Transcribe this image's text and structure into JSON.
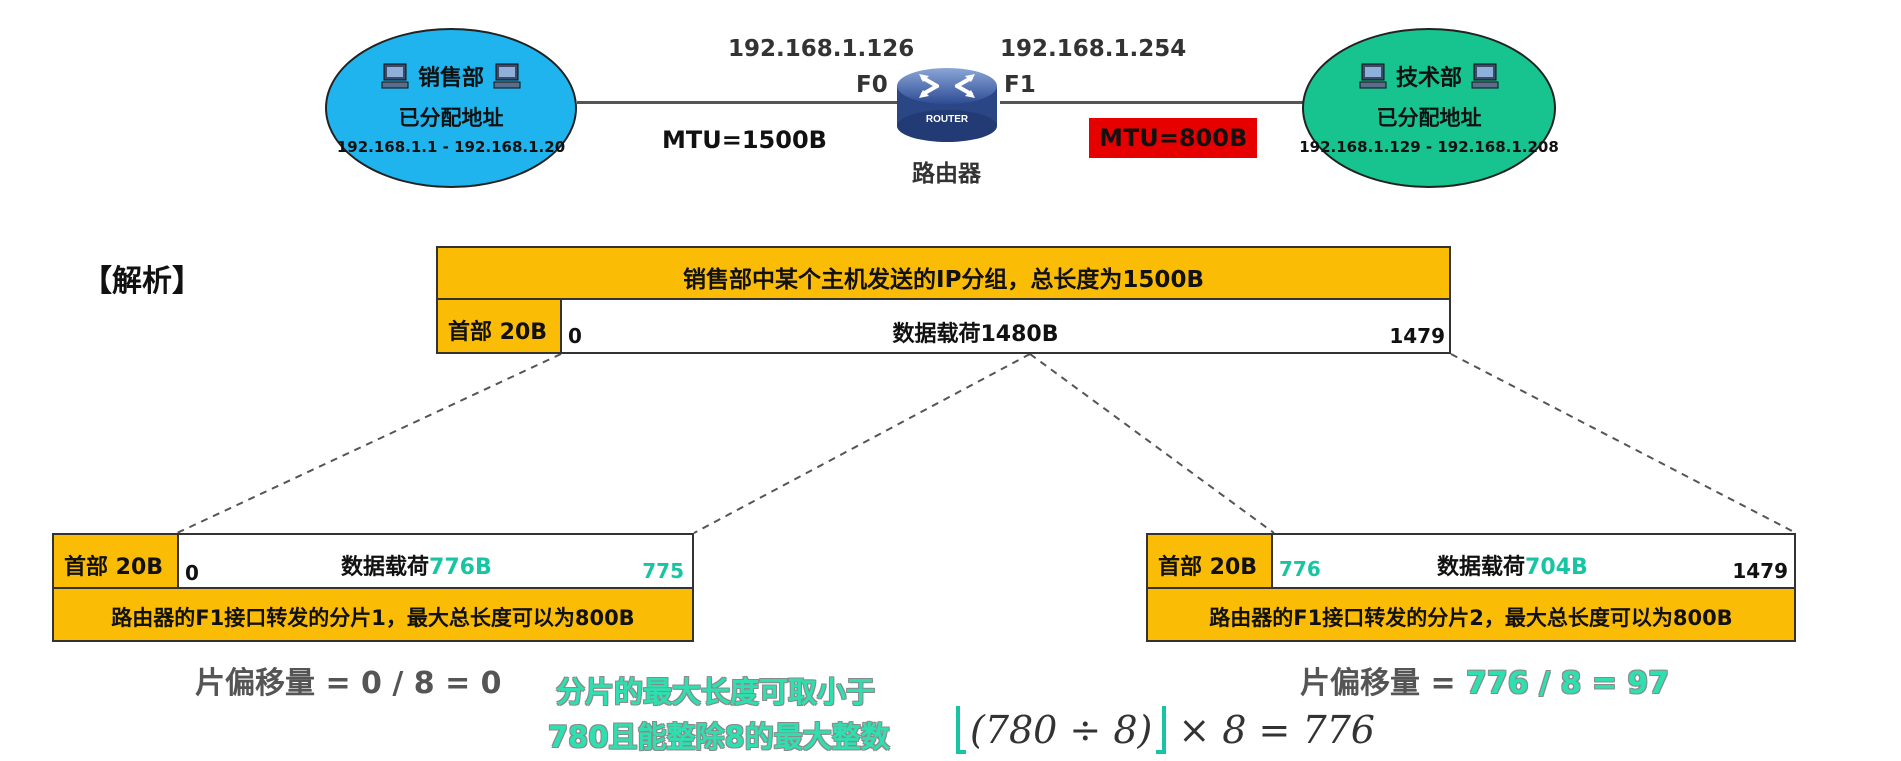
{
  "network": {
    "sales": {
      "name": "销售部",
      "assigned": "已分配地址",
      "range": "192.168.1.1 - 192.168.1.20"
    },
    "tech": {
      "name": "技术部",
      "assigned": "已分配地址",
      "range": "192.168.1.129 - 192.168.1.208"
    },
    "router": {
      "label": "路由器",
      "icon_text": "ROUTER"
    },
    "f0_ip": "192.168.1.126",
    "f1_ip": "192.168.1.254",
    "f0": "F0",
    "f1": "F1",
    "mtu_left": "MTU=1500B",
    "mtu_right": "MTU=800B"
  },
  "analysis": {
    "label": "【解析】",
    "packet_title": "销售部中某个主机发送的IP分组，总长度为1500B",
    "header": "首部 20B",
    "payload": "数据载荷1480B",
    "start": "0",
    "end": "1479"
  },
  "fragment1": {
    "header": "首部 20B",
    "start": "0",
    "payload_label": "数据载荷",
    "payload_size": "776B",
    "end": "775",
    "desc": "路由器的F1接口转发的分片1，最大总长度可以为800B",
    "offset_label": "片偏移量 = 0 / 8 = 0"
  },
  "fragment2": {
    "header": "首部 20B",
    "start": "776",
    "payload_label": "数据载荷",
    "payload_size": "704B",
    "end": "1479",
    "desc": "路由器的F1接口转发的分片2，最大总长度可以为800B",
    "offset_prefix": "片偏移量 = ",
    "offset_value": "776 / 8 = 97"
  },
  "note": {
    "line1": "分片的最大长度可取小于",
    "line2": "780且能整除8的最大整数",
    "formula_inner": "(780 ÷ 8)",
    "formula_rest": "× 8 = 776"
  },
  "colors": {
    "sales": "#1fb4ee",
    "tech": "#17c38f",
    "packet": "#fbbc05",
    "mtu_alert": "#e60000",
    "highlight": "#18c5a2"
  }
}
